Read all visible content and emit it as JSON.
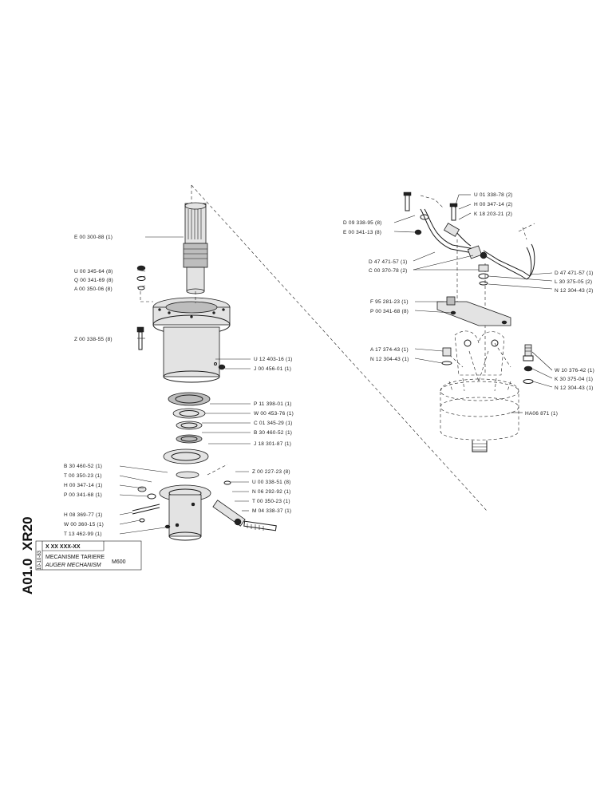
{
  "title_block": {
    "sheet_code_1": "XR20",
    "sheet_code_2": "A01.0",
    "date": "10-10-83",
    "part_number": "X XX XXX-XX",
    "title_fr": "MECANISME TARIERE",
    "title_en": "AUGER MECHANISM",
    "model": "M600"
  },
  "left_callouts": [
    "E 00 300-88 (1)",
    "U 00 345-64 (8)",
    "Q 00 341-69 (8)",
    "A 00 350-06 (8)",
    "Z 00 338-55 (8)",
    "U 12 403-16 (1)",
    "J 00 456-01 (1)",
    "P 11 398-01 (1)",
    "W 00 453-76 (1)",
    "C 01 345-29 (1)",
    "B 30 460-52 (1)",
    "J 18 301-87 (1)",
    "B 30 460-52 (1)",
    "T 00 350-23 (1)",
    "H 00 347-14 (1)",
    "P 00 341-68 (1)",
    "H 08 369-77 (1)",
    "W 00 360-15 (1)",
    "T 13 462-99 (1)",
    "Z 00 227-23 (8)",
    "U 00 338-51 (8)",
    "N 06 292-92 (1)",
    "T 00 350-23 (1)",
    "M 04 338-37 (1)"
  ],
  "right_callouts": [
    "U 01 338-78 (2)",
    "H 00 347-14 (2)",
    "K 18 203-21 (2)",
    "D 09 338-95 (8)",
    "E 00 341-13 (8)",
    "D 47 471-57 (1)",
    "C 00 370-78 (2)",
    "D 47 471-57 (1)",
    "L 30 375-05 (2)",
    "N 12 304-43 (2)",
    "F 95 281-23 (1)",
    "P 00 341-68 (8)",
    "A 17 374-43 (1)",
    "N 12 304-43 (1)",
    "W 10 376-42 (1)",
    "K 30 375-04 (1)",
    "N 12 304-43 (1)",
    "HA06 871 (1)"
  ]
}
